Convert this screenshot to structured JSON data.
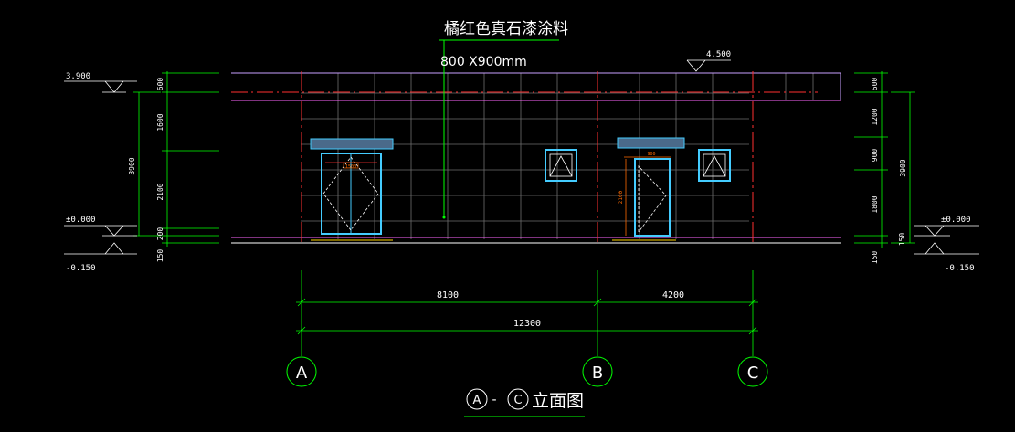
{
  "annotations": {
    "material": "橘红色真石漆涂料",
    "tile_size": "800  X900mm"
  },
  "elevations": {
    "left_top": "3.900",
    "left_ground": "±0.000",
    "left_bottom": "-0.150",
    "right_top": "4.500",
    "right_ground": "±0.000",
    "right_bottom": "-0.150"
  },
  "dims_left": {
    "d600": "600",
    "d1600": "1600",
    "d2100": "2100",
    "d200": "200",
    "d150": "150",
    "total": "3900"
  },
  "dims_right": {
    "d600": "600",
    "d1200": "1200",
    "d900": "900",
    "d1800": "1800",
    "d150a": "150",
    "d150b": "150",
    "total": "3900"
  },
  "openings": {
    "left_door_width": "1500",
    "right_door_width": "900",
    "right_door_height": "2100"
  },
  "bottom_dims": {
    "ab": "8100",
    "bc": "4200",
    "total": "12300"
  },
  "axes": {
    "a": "A",
    "b": "B",
    "c": "C"
  },
  "title": {
    "from": "A",
    "dash": "-",
    "to": "C",
    "suffix": "立面图"
  },
  "colors": {
    "background": "#000000",
    "dim_green": "#00ff00",
    "axis_red": "#ff3030",
    "grid_gray": "#7a7a7a",
    "window_cyan": "#44ccff",
    "text_white": "#ffffff",
    "opening_orange": "#ff6a00",
    "ground_magenta": "#ff66ff"
  }
}
